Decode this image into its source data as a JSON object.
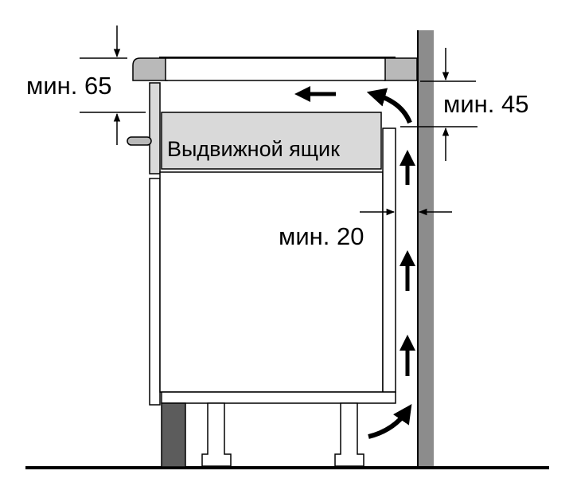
{
  "labels": {
    "min_top": "мин. 65",
    "min_right": "мин. 45",
    "min_gap": "мин. 20",
    "drawer": "Выдвижной ящик"
  },
  "colors": {
    "wall": "#8c8c8c",
    "countertop": "#b9b9b9",
    "drawer": "#d9d9d9",
    "plinth": "#5c5c5c"
  }
}
